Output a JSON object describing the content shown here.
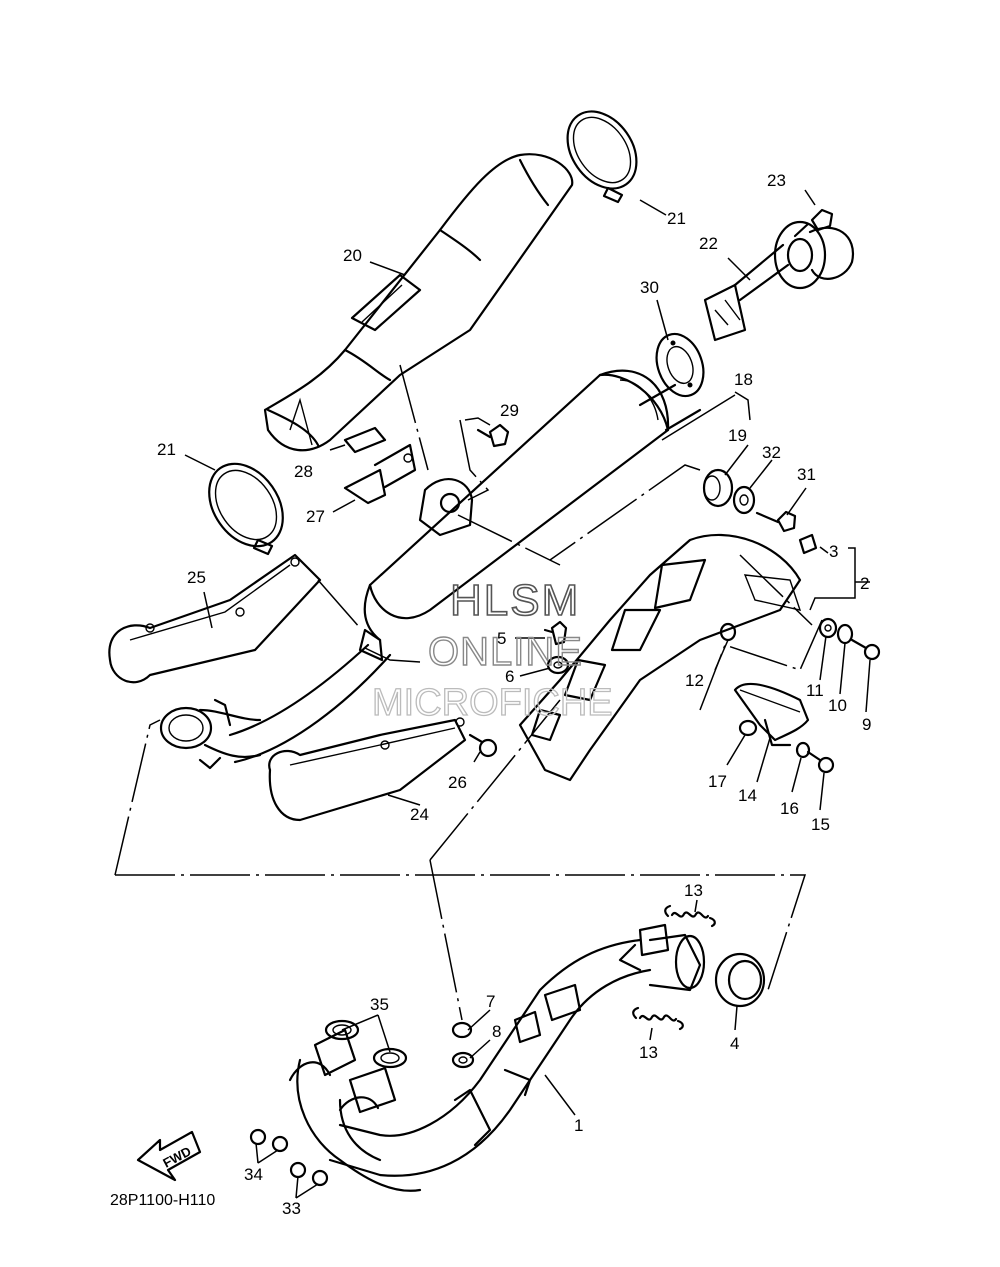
{
  "diagram_code": "28P1100-H110",
  "fwd_label": "FWD",
  "watermark": {
    "line1": "HLSM",
    "line2": "ONLINE",
    "line3": "MICROFICHE"
  },
  "callouts": {
    "c1": "1",
    "c2": "2",
    "c3": "3",
    "c4": "4",
    "c5": "5",
    "c6": "6",
    "c7": "7",
    "c8": "8",
    "c9": "9",
    "c10": "10",
    "c11": "11",
    "c12": "12",
    "c13a": "13",
    "c13b": "13",
    "c14": "14",
    "c15": "15",
    "c16": "16",
    "c17": "17",
    "c18": "18",
    "c19": "19",
    "c20": "20",
    "c21a": "21",
    "c21b": "21",
    "c22": "22",
    "c23": "23",
    "c24": "24",
    "c25": "25",
    "c26": "26",
    "c27": "27",
    "c28": "28",
    "c29": "29",
    "c30": "30",
    "c31": "31",
    "c32": "32",
    "c33": "33",
    "c34": "34",
    "c35": "35"
  }
}
